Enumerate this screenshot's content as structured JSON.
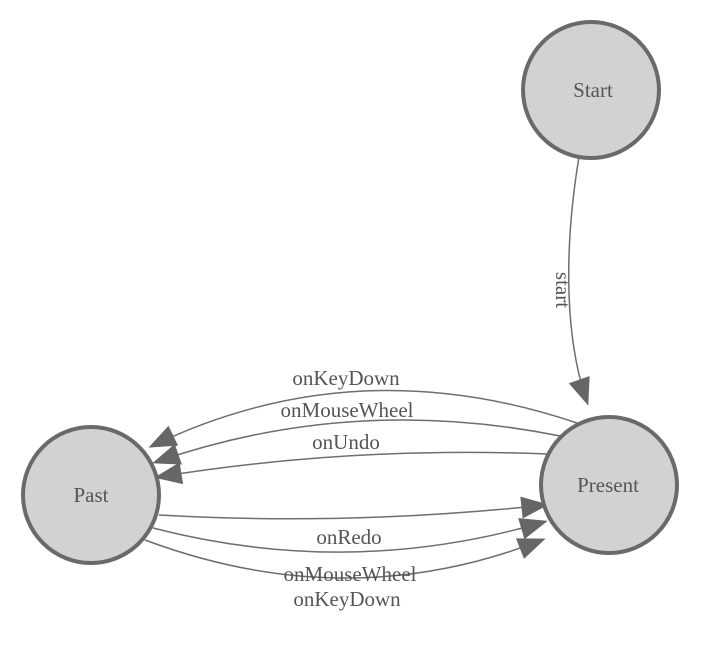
{
  "diagram": {
    "type": "state-machine",
    "background_color": "#ffffff",
    "node_fill_color": "#d2d2d2",
    "node_border_color": "#6a6a6a",
    "edge_color": "#6e6e6e",
    "arrowhead_color": "#666666",
    "text_color": "#555555",
    "nodes": [
      {
        "id": "start",
        "label": "Start"
      },
      {
        "id": "past",
        "label": "Past"
      },
      {
        "id": "present",
        "label": "Present"
      }
    ],
    "edges": [
      {
        "from": "start",
        "to": "present",
        "label": "start",
        "label_orientation": "vertical"
      },
      {
        "from": "present",
        "to": "past",
        "label": "onKeyDown",
        "label_orientation": "horizontal"
      },
      {
        "from": "present",
        "to": "past",
        "label": "onMouseWheel",
        "label_orientation": "horizontal"
      },
      {
        "from": "present",
        "to": "past",
        "label": "onUndo",
        "label_orientation": "horizontal"
      },
      {
        "from": "past",
        "to": "present",
        "label": "onRedo",
        "label_orientation": "horizontal"
      },
      {
        "from": "past",
        "to": "present",
        "label": "onMouseWheel",
        "label_orientation": "horizontal"
      },
      {
        "from": "past",
        "to": "present",
        "label": "onKeyDown",
        "label_orientation": "horizontal"
      }
    ]
  }
}
